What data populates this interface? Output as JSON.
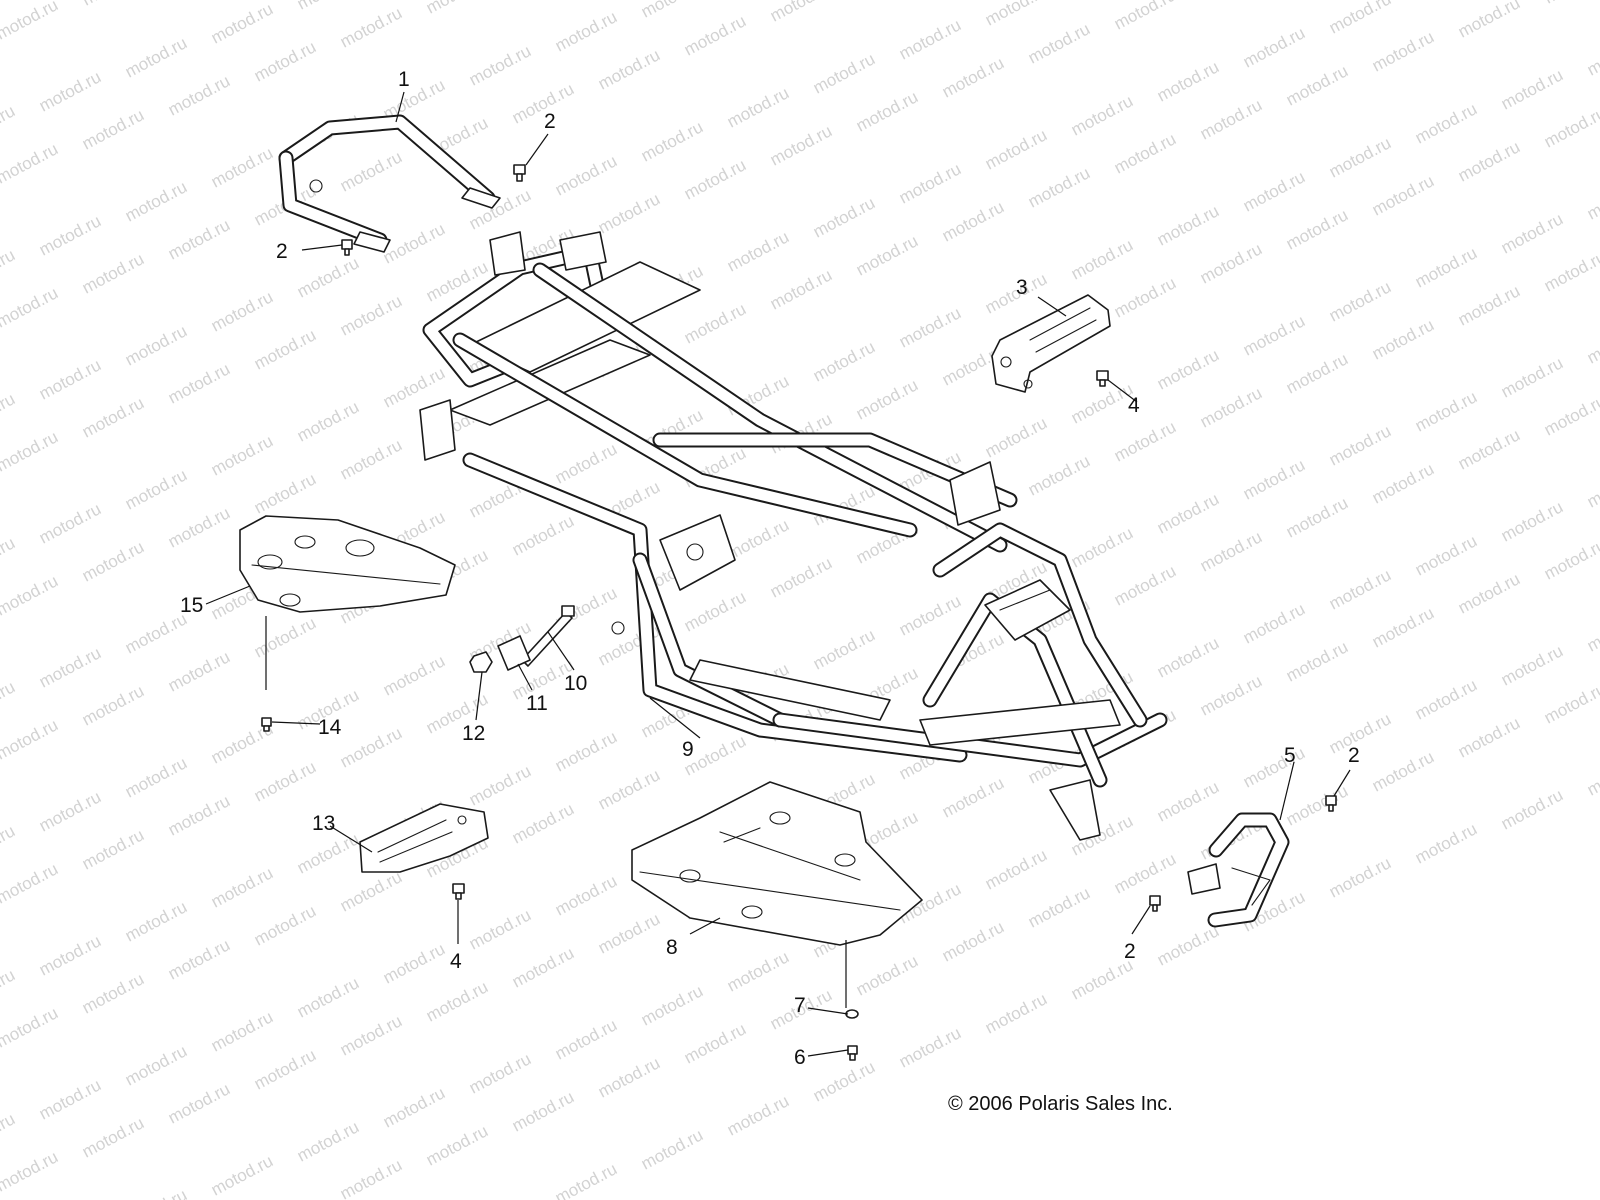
{
  "watermark_text": "motod.ru",
  "copyright": "© 2006 Polaris Sales Inc.",
  "callouts": [
    {
      "id": "c1",
      "label": "1"
    },
    {
      "id": "c2a",
      "label": "2"
    },
    {
      "id": "c2b",
      "label": "2"
    },
    {
      "id": "c3",
      "label": "3"
    },
    {
      "id": "c4a",
      "label": "4"
    },
    {
      "id": "c5",
      "label": "5"
    },
    {
      "id": "c2c",
      "label": "2"
    },
    {
      "id": "c15",
      "label": "15"
    },
    {
      "id": "c10",
      "label": "10"
    },
    {
      "id": "c11",
      "label": "11"
    },
    {
      "id": "c12",
      "label": "12"
    },
    {
      "id": "c14",
      "label": "14"
    },
    {
      "id": "c9",
      "label": "9"
    },
    {
      "id": "c13",
      "label": "13"
    },
    {
      "id": "c4b",
      "label": "4"
    },
    {
      "id": "c8",
      "label": "8"
    },
    {
      "id": "c2d",
      "label": "2"
    },
    {
      "id": "c7",
      "label": "7"
    },
    {
      "id": "c6",
      "label": "6"
    }
  ]
}
